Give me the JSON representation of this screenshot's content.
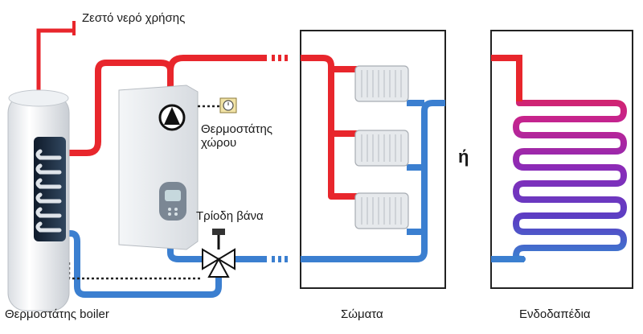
{
  "labels": {
    "hot_water": "Ζεστό νερό χρήσης",
    "room_thermostat_line1": "Θερμοστάτης",
    "room_thermostat_line2": "χώρου",
    "three_way_valve": "Τρίοδη βάνα",
    "boiler_thermostat": "Θερμοστάτης boiler",
    "radiators": "Σώματα",
    "or": "ή",
    "underfloor": "Ενδοδαπέδια"
  },
  "colors": {
    "supply": "#e8262c",
    "return": "#3b7fd0",
    "panel_border": "#222222",
    "control_line": "#222222"
  },
  "coil_gradient": [
    "#e8262c",
    "#c7238c",
    "#8a2bb8",
    "#5a3fc4",
    "#3b7fd0"
  ],
  "icons": [
    "pump-icon",
    "thermostat-icon",
    "valve-icon",
    "radiator-icon"
  ]
}
